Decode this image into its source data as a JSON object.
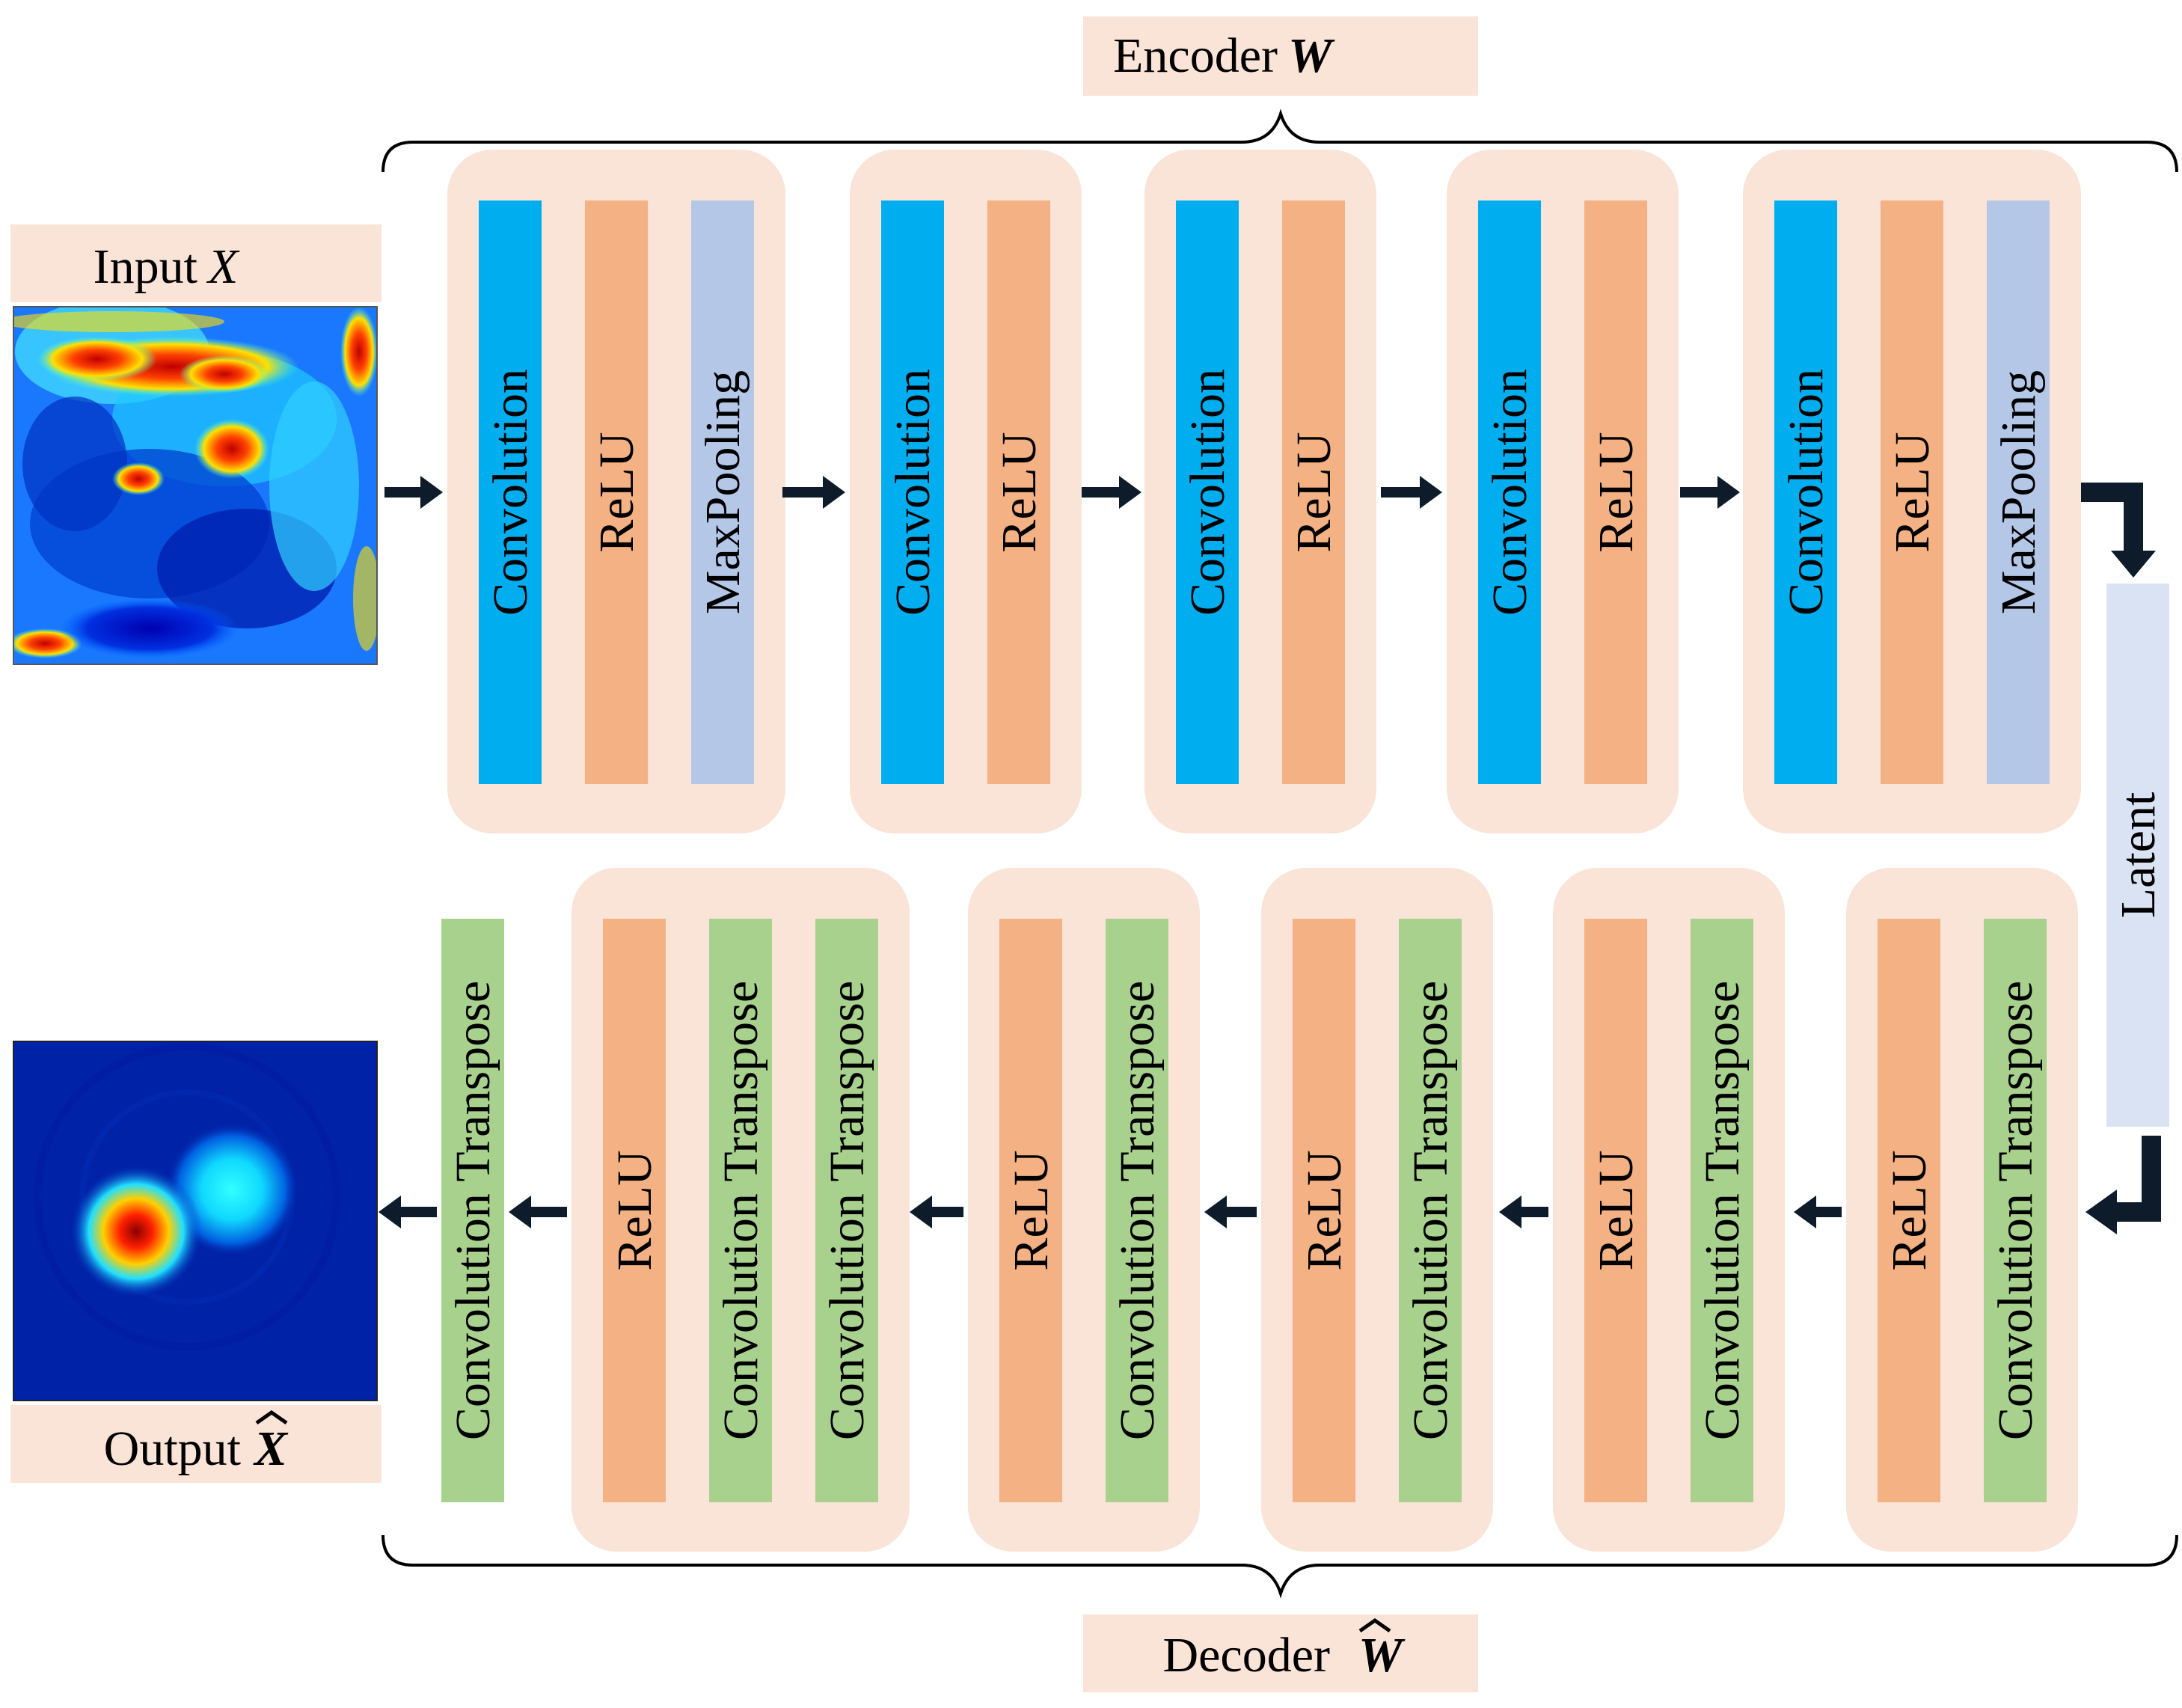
{
  "labels": {
    "encoder": "Encoder",
    "encoder_symbol": "W",
    "decoder": "Decoder",
    "decoder_symbol": "W",
    "input": "Input",
    "input_symbol": "X",
    "output": "Output",
    "output_symbol": "X",
    "latent": "Latent"
  },
  "encoder_blocks": [
    {
      "layers": [
        {
          "type": "conv",
          "label": "Convolution"
        },
        {
          "type": "relu",
          "label": "ReLU"
        },
        {
          "type": "pool",
          "label": "MaxPooling"
        }
      ]
    },
    {
      "layers": [
        {
          "type": "conv",
          "label": "Convolution"
        },
        {
          "type": "relu",
          "label": "ReLU"
        }
      ]
    },
    {
      "layers": [
        {
          "type": "conv",
          "label": "Convolution"
        },
        {
          "type": "relu",
          "label": "ReLU"
        }
      ]
    },
    {
      "layers": [
        {
          "type": "conv",
          "label": "Convolution"
        },
        {
          "type": "relu",
          "label": "ReLU"
        }
      ]
    },
    {
      "layers": [
        {
          "type": "conv",
          "label": "Convolution"
        },
        {
          "type": "relu",
          "label": "ReLU"
        },
        {
          "type": "pool",
          "label": "MaxPooling"
        }
      ]
    }
  ],
  "decoder_final_layer": {
    "type": "convT",
    "label": "Convolution Transpose"
  },
  "decoder_blocks": [
    {
      "layers": [
        {
          "type": "relu",
          "label": "ReLU"
        },
        {
          "type": "convT",
          "label": "Convolution Transpose"
        },
        {
          "type": "convT",
          "label": "Convolution Transpose"
        }
      ]
    },
    {
      "layers": [
        {
          "type": "relu",
          "label": "ReLU"
        },
        {
          "type": "convT",
          "label": "Convolution Transpose"
        }
      ]
    },
    {
      "layers": [
        {
          "type": "relu",
          "label": "ReLU"
        },
        {
          "type": "convT",
          "label": "Convolution Transpose"
        }
      ]
    },
    {
      "layers": [
        {
          "type": "relu",
          "label": "ReLU"
        },
        {
          "type": "convT",
          "label": "Convolution Transpose"
        }
      ]
    },
    {
      "layers": [
        {
          "type": "relu",
          "label": "ReLU"
        },
        {
          "type": "convT",
          "label": "Convolution Transpose"
        }
      ]
    }
  ],
  "colors": {
    "block_background": "#FAE3D7",
    "conv": "#00AEEF",
    "relu": "#F4B183",
    "pool": "#B4C7E7",
    "convT": "#A9D18E",
    "latent": "#DAE3F3",
    "arrow": "#0D1B2A"
  }
}
